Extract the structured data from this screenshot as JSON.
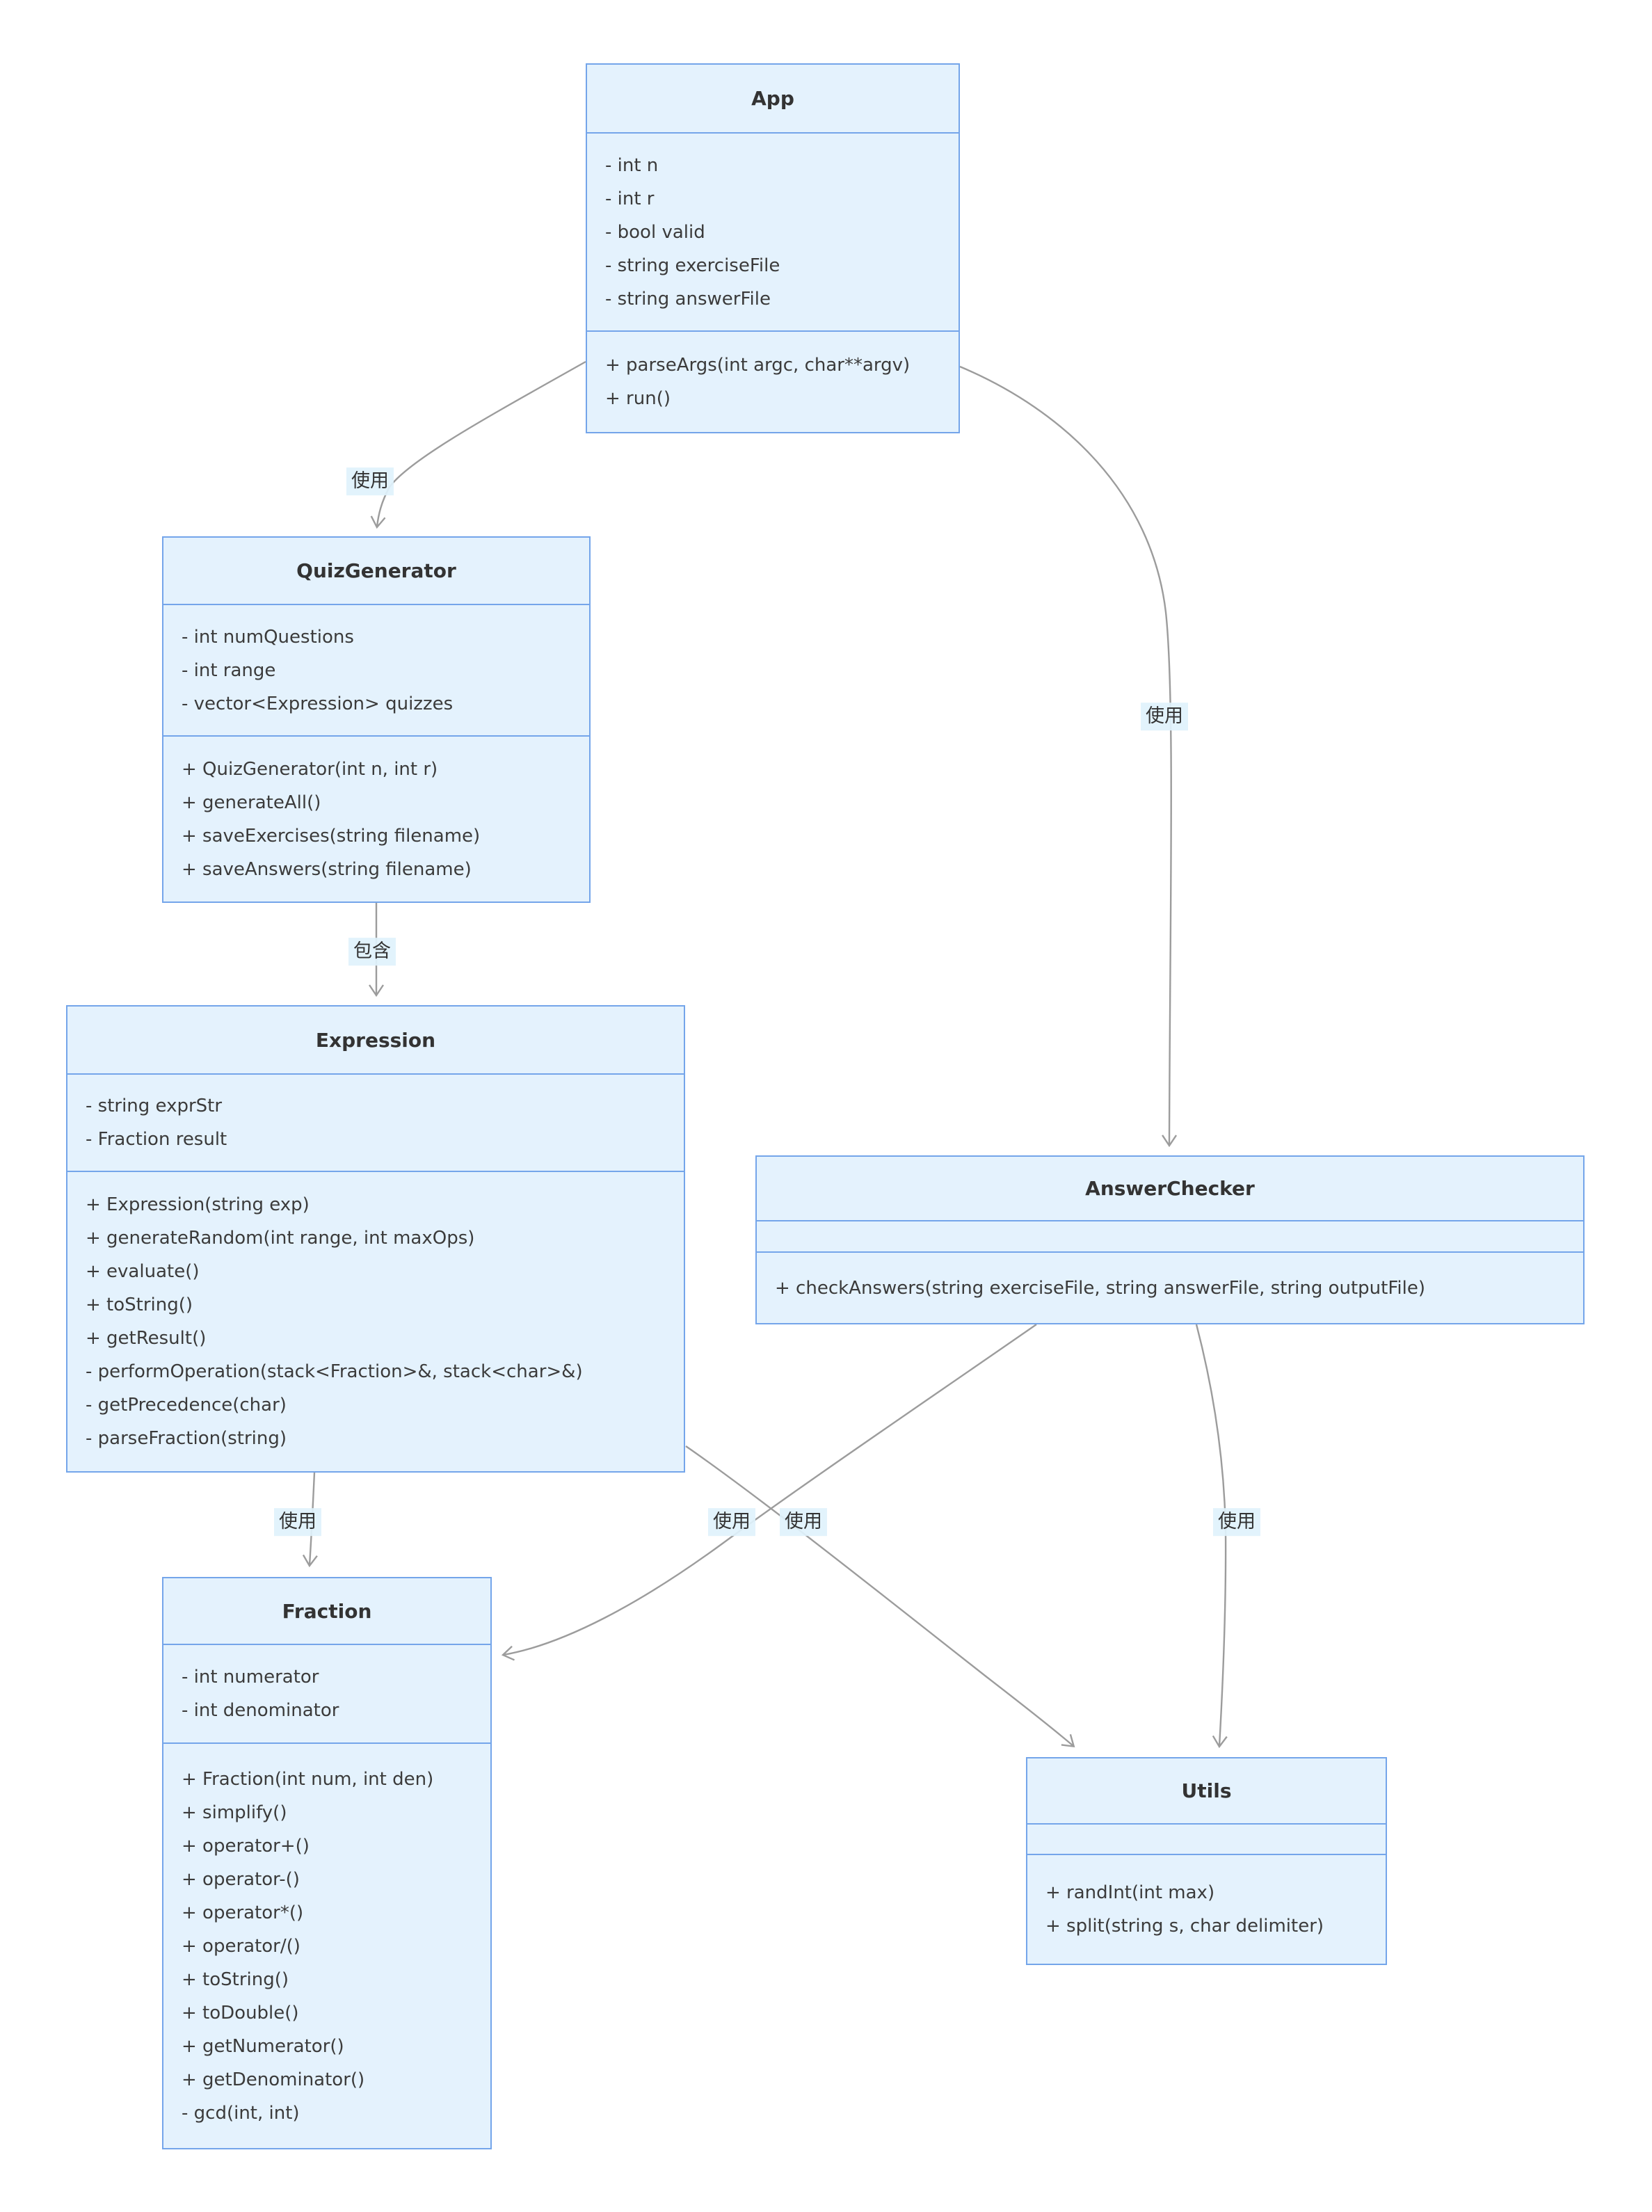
{
  "diagram": {
    "type": "uml-class-diagram",
    "classes": [
      {
        "name": "App",
        "attributes": [
          "- int n",
          "- int r",
          "- bool valid",
          "- string exerciseFile",
          "- string answerFile"
        ],
        "methods": [
          "+ parseArgs(int argc, char**argv)",
          "+ run()"
        ]
      },
      {
        "name": "QuizGenerator",
        "attributes": [
          "- int numQuestions",
          "- int range",
          "- vector<Expression> quizzes"
        ],
        "methods": [
          "+ QuizGenerator(int n, int r)",
          "+ generateAll()",
          "+ saveExercises(string filename)",
          "+ saveAnswers(string filename)"
        ]
      },
      {
        "name": "Expression",
        "attributes": [
          "- string exprStr",
          "- Fraction result"
        ],
        "methods": [
          "+ Expression(string exp)",
          "+ generateRandom(int range, int maxOps)",
          "+ evaluate()",
          "+ toString()",
          "+ getResult()",
          "- performOperation(stack<Fraction>&, stack<char>&)",
          "- getPrecedence(char)",
          "- parseFraction(string)"
        ]
      },
      {
        "name": "AnswerChecker",
        "attributes": [],
        "methods": [
          "+ checkAnswers(string exerciseFile, string answerFile, string outputFile)"
        ]
      },
      {
        "name": "Fraction",
        "attributes": [
          "- int numerator",
          "- int denominator"
        ],
        "methods": [
          "+ Fraction(int num, int den)",
          "+ simplify()",
          "+ operator+()",
          "+ operator-()",
          "+ operator*()",
          "+ operator/()",
          "+ toString()",
          "+ toDouble()",
          "+ getNumerator()",
          "+ getDenominator()",
          "- gcd(int, int)"
        ]
      },
      {
        "name": "Utils",
        "attributes": [],
        "methods": [
          "+ randInt(int max)",
          "+ split(string s, char delimiter)"
        ]
      }
    ],
    "edges": [
      {
        "from": "App",
        "to": "QuizGenerator",
        "label": "使用"
      },
      {
        "from": "App",
        "to": "AnswerChecker",
        "label": "使用"
      },
      {
        "from": "QuizGenerator",
        "to": "Expression",
        "label": "包含"
      },
      {
        "from": "Expression",
        "to": "Fraction",
        "label": "使用"
      },
      {
        "from": "Expression",
        "to": "Utils",
        "label": "使用"
      },
      {
        "from": "AnswerChecker",
        "to": "Fraction",
        "label": "使用"
      },
      {
        "from": "AnswerChecker",
        "to": "Utils",
        "label": "使用"
      }
    ],
    "colors": {
      "box_fill": "#e4f2fd",
      "box_border": "#74a5ea",
      "edge_line": "#9c9c9c",
      "label_background": "#e0f2fc",
      "text": "#333333"
    }
  }
}
